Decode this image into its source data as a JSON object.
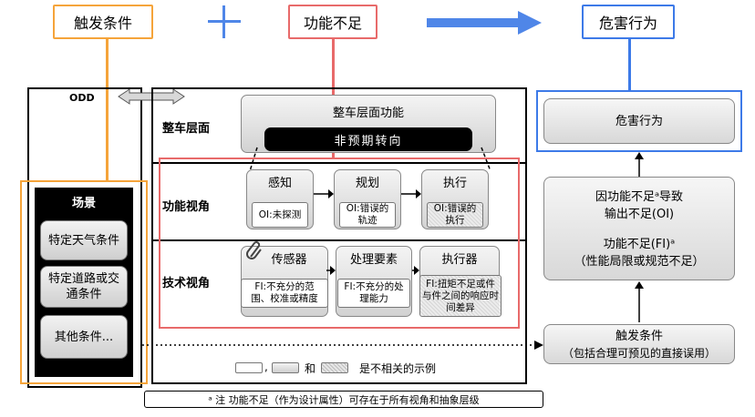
{
  "legend_top": {
    "trigger": "触发条件",
    "plus": "+",
    "insufficiency": "功能不足",
    "hazard": "危害行为"
  },
  "odd": {
    "label": "ODD"
  },
  "scenario": {
    "title": "场景",
    "items": [
      "特定天气条件",
      "特定道路或交通条件",
      "其他条件..."
    ]
  },
  "levels": {
    "vehicle": "整车层面",
    "function": "功能视角",
    "tech": "技术视角"
  },
  "vehicle_function": {
    "title": "整车层面功能",
    "bar": "非预期转向"
  },
  "function_row": {
    "boxes": [
      "感知",
      "规划",
      "执行"
    ],
    "oi": [
      "OI:未探测",
      "OI:错误的轨迹",
      "OI:错误的执行"
    ]
  },
  "tech_row": {
    "boxes": [
      "传感器",
      "处理要素",
      "执行器"
    ],
    "fi": [
      "FI:不充分的范围、校准或精度",
      "FI:不充分的处理能力",
      "FI:扭矩不足或件与件之间的响应时间差异"
    ]
  },
  "right": {
    "hazard": "危害行为",
    "cause_line1": "因功能不足ᵃ导致",
    "cause_line2": "输出不足(OI)",
    "fi_line1": "功能不足(FI)ᵃ",
    "fi_line2": "（性能局限或规范不足）",
    "trigger_line1": "触发条件",
    "trigger_line2": "（包括合理可预见的直接误用）"
  },
  "legend_bottom": {
    "comma": ",",
    "and": "和",
    "text": "是不相关的示例"
  },
  "footnote": "ᵃ 注 功能不足（作为设计属性）可存在于所有视角和抽象层级",
  "colors": {
    "orange": "#f5a43a",
    "red": "#e86a6a",
    "blue": "#3d7ae8",
    "arrow_blue": "#4f86e8"
  }
}
